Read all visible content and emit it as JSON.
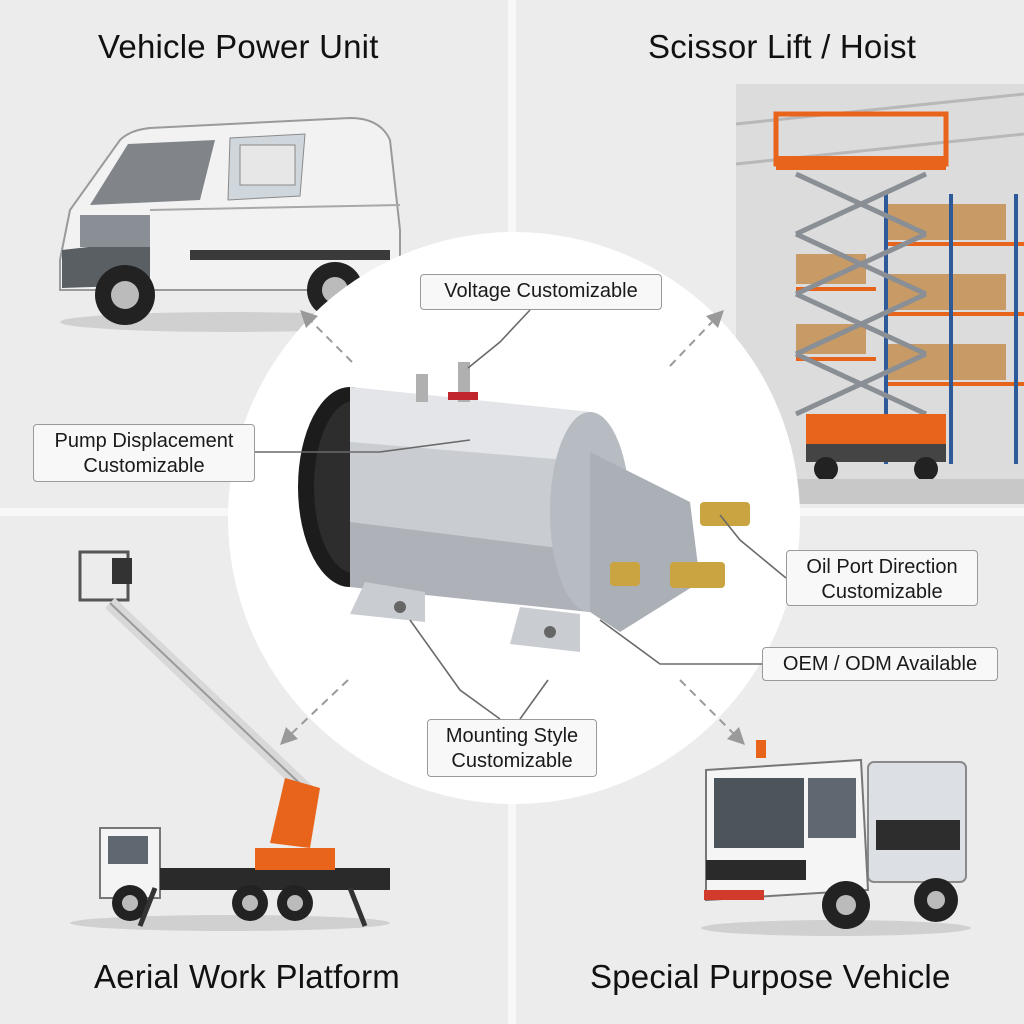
{
  "quadrants": {
    "top_left": {
      "title": "Vehicle Power Unit"
    },
    "top_right": {
      "title": "Scissor Lift / Hoist"
    },
    "bottom_left": {
      "title": "Aerial Work Platform"
    },
    "bottom_right": {
      "title": "Special Purpose Vehicle"
    }
  },
  "callouts": {
    "voltage": "Voltage Customizable",
    "pump_line1": "Pump Displacement",
    "pump_line2": "Customizable",
    "oil_line1": "Oil Port Direction",
    "oil_line2": "Customizable",
    "oem": "OEM / ODM Available",
    "mount_line1": "Mounting Style",
    "mount_line2": "Customizable"
  },
  "icons": [
    "van-illustration",
    "scissor-lift-illustration",
    "aerial-platform-truck-illustration",
    "street-sweeper-illustration",
    "dc-motor-pump-illustration",
    "arrow-icon"
  ],
  "colors": {
    "accent_orange": "#e8641b",
    "steel": "#c9ccd1",
    "label_border": "#9a9a9a",
    "background": "#ececec"
  }
}
